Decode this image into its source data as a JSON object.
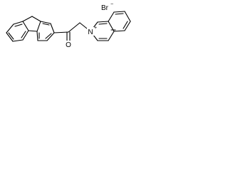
{
  "molecule": {
    "atoms": {
      "oxygen": "O",
      "nitrogen": "N",
      "nitrogen_charge": "+",
      "counterion": "Br",
      "counterion_charge": "−"
    }
  }
}
